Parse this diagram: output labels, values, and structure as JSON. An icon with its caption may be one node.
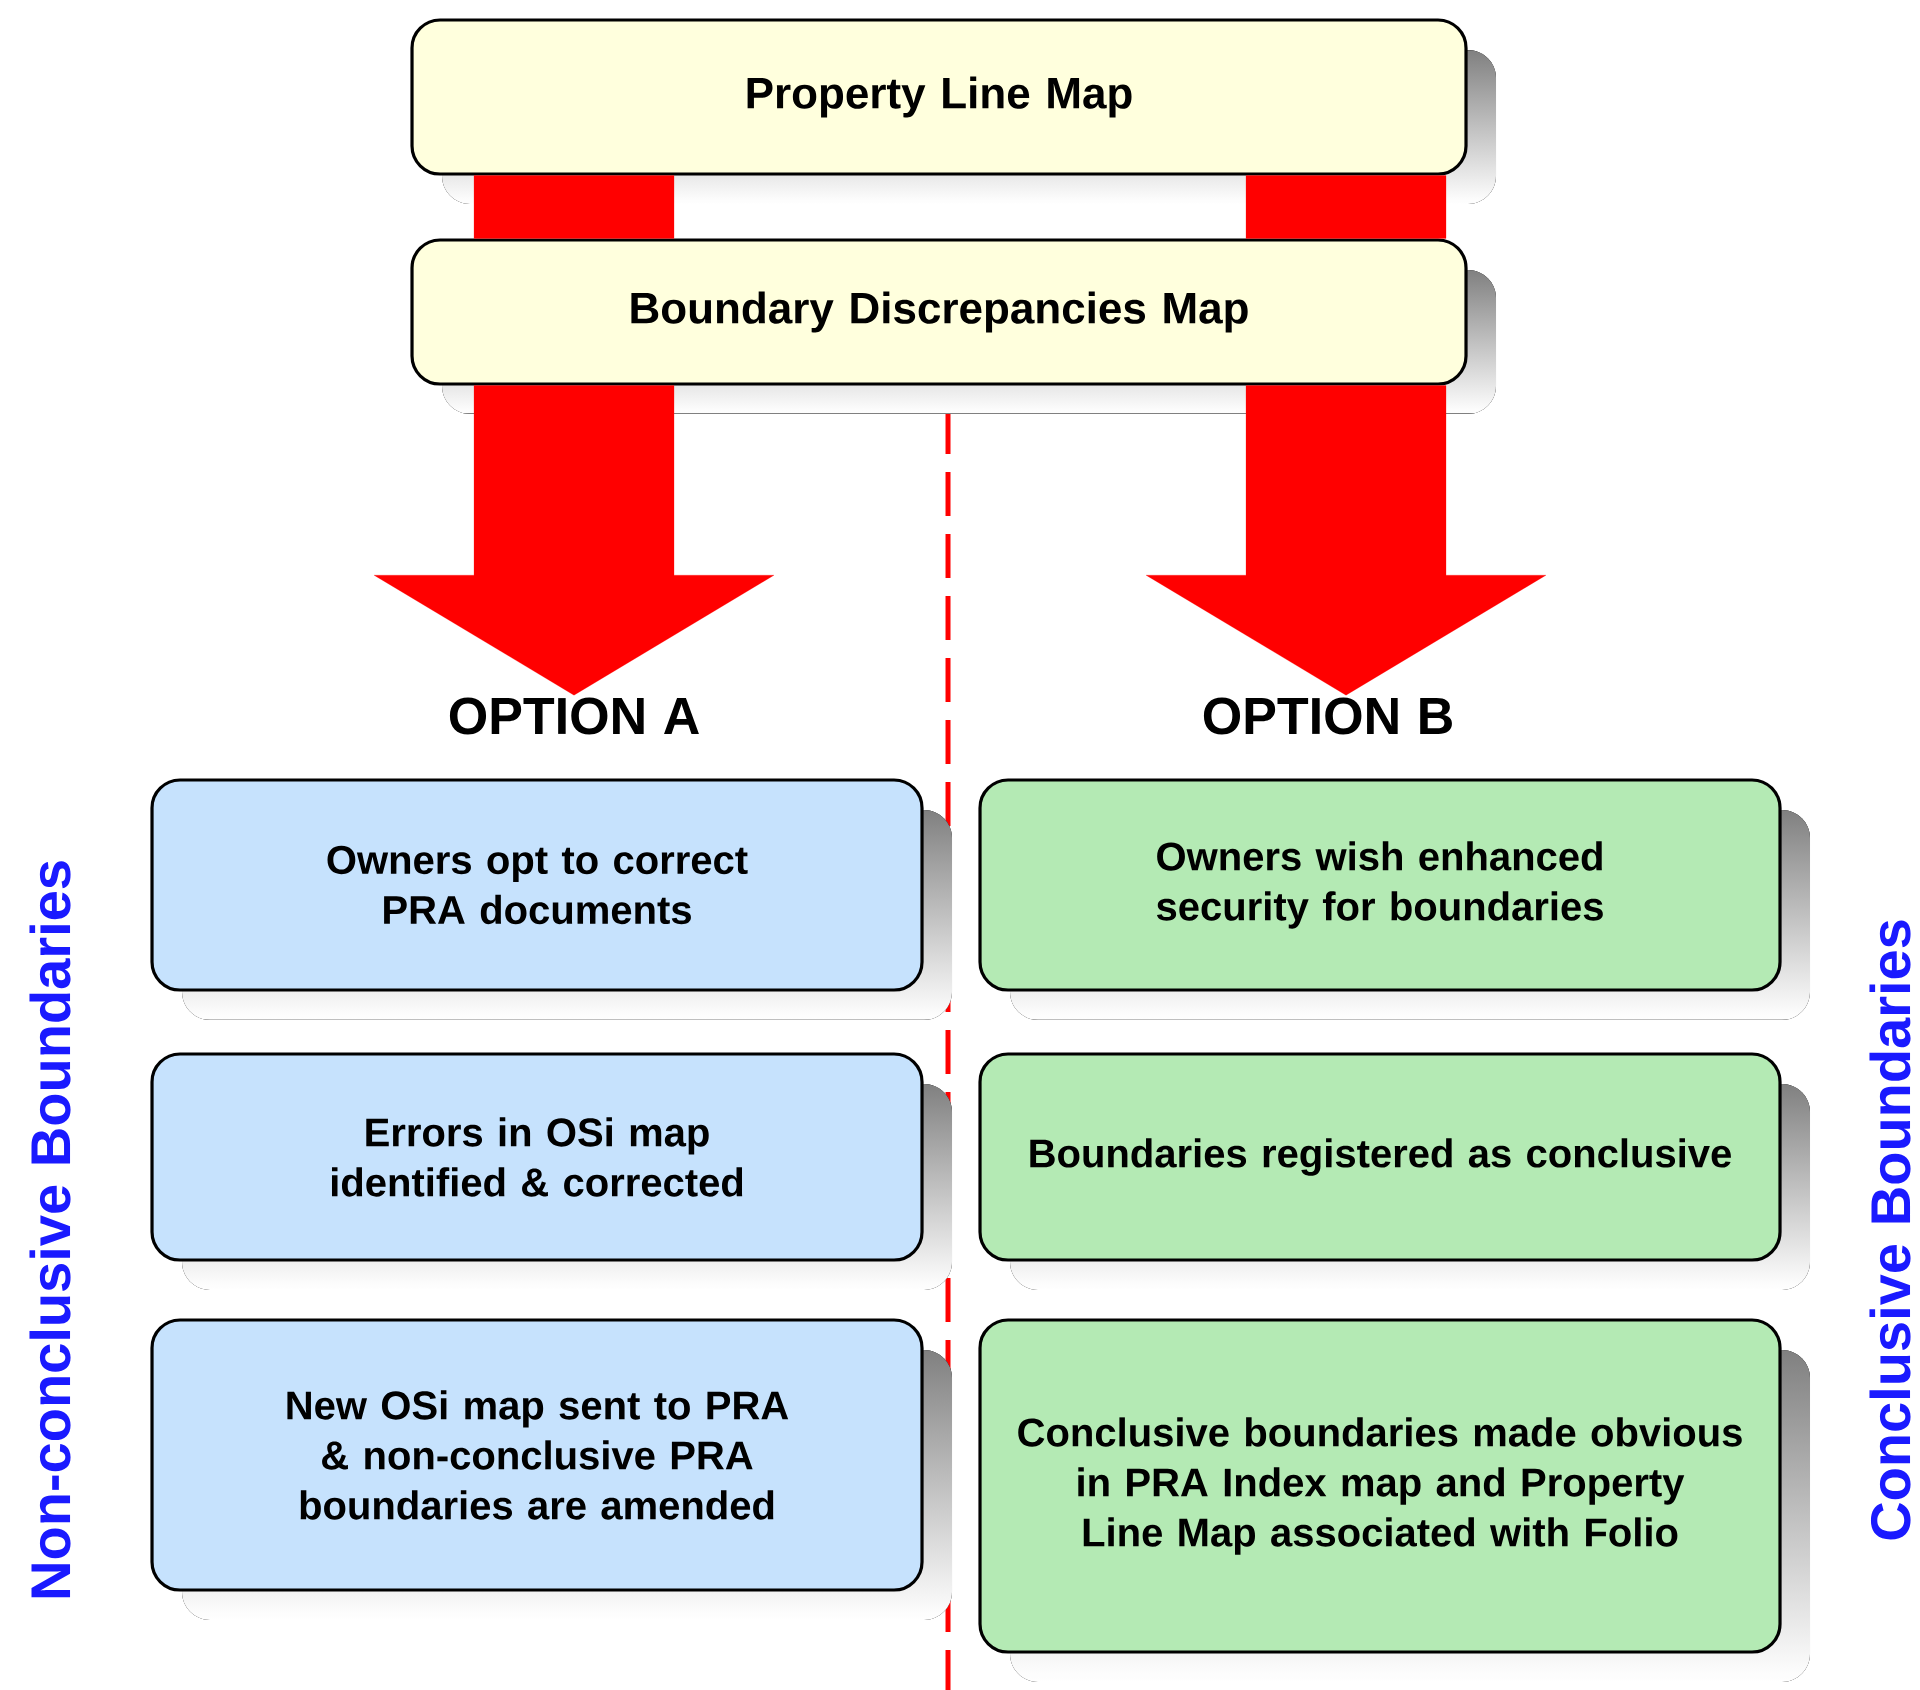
{
  "diagram": {
    "nodes": [
      {
        "text": [
          "Property Line Map"
        ]
      },
      {
        "text": [
          "Boundary Discrepancies Map"
        ]
      },
      {
        "text": [
          "OPTION A"
        ]
      },
      {
        "text": [
          "OPTION B"
        ]
      },
      {
        "text": [
          "Owners opt to correct PRA documents"
        ]
      },
      {
        "text": [
          "Errors in OSi map identified & corrected"
        ]
      },
      {
        "text": [
          "New OSi map sent to PRA & non-conclusive PRA boundaries are amended"
        ]
      },
      {
        "text": [
          "Owners wish enhanced security for boundaries"
        ]
      },
      {
        "text": [
          "Boundaries registered as conclusive"
        ]
      },
      {
        "text": [
          "Conclusive boundaries made obvious in PRA Index map and Property Line Map associated with Folio"
        ]
      }
    ],
    "edges": [
      {
        "from": 0,
        "to": 1,
        "arrow": "none"
      },
      {
        "from": 0,
        "to": 1,
        "arrow": "none"
      },
      {
        "from": 1,
        "to": 2,
        "arrow": "to"
      },
      {
        "from": 1,
        "to": 3,
        "arrow": "to"
      }
    ],
    "labels": [
      "Non-conclusive Boundaries",
      "Conclusive Boundaries"
    ]
  }
}
